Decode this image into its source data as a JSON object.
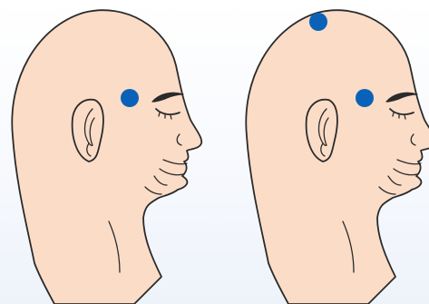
{
  "colors": {
    "skin": "#fbdcc7",
    "outline": "#2b2b2b",
    "point_marker": "#0a62b8"
  },
  "figures": [
    {
      "id": "left-head",
      "markers": [
        {
          "name": "temple-point"
        }
      ]
    },
    {
      "id": "right-head",
      "markers": [
        {
          "name": "crown-point"
        },
        {
          "name": "temple-point"
        }
      ]
    }
  ]
}
